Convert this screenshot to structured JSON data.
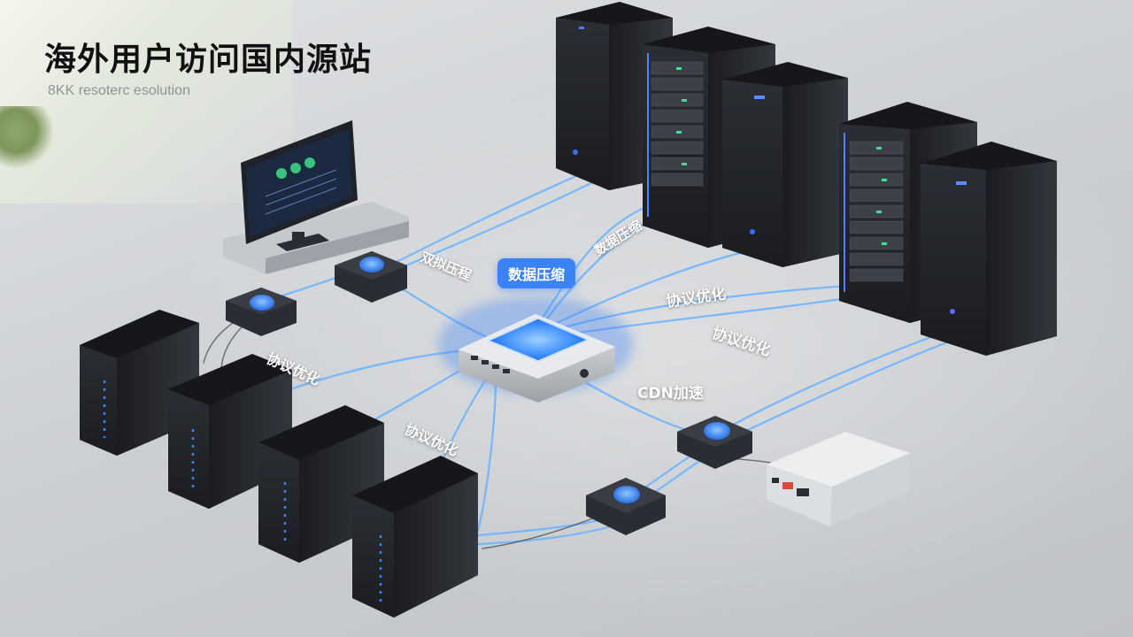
{
  "header": {
    "title": "海外用户访问国内源站",
    "subtitle": "8KK resoterc esolution"
  },
  "labels": {
    "data_compression_badge": "数据压缩",
    "data_compression_tilted": "数据压缩",
    "protocol_opt_1": "协议优化",
    "protocol_opt_2": "协议优化",
    "protocol_opt_3": "协议优化",
    "protocol_opt_4": "协议优化",
    "cdn_accel": "CDN加速",
    "garbled_label": "双拟压程"
  },
  "colors": {
    "cable": "#5aa8ff",
    "glow": "#3b82f6",
    "server_body": "#2a2d33",
    "server_front": "#1c1f24",
    "hub_body": "#c9ccd1",
    "hub_top": "#4ea2ff",
    "mini_pc": "#e6e8ea"
  }
}
